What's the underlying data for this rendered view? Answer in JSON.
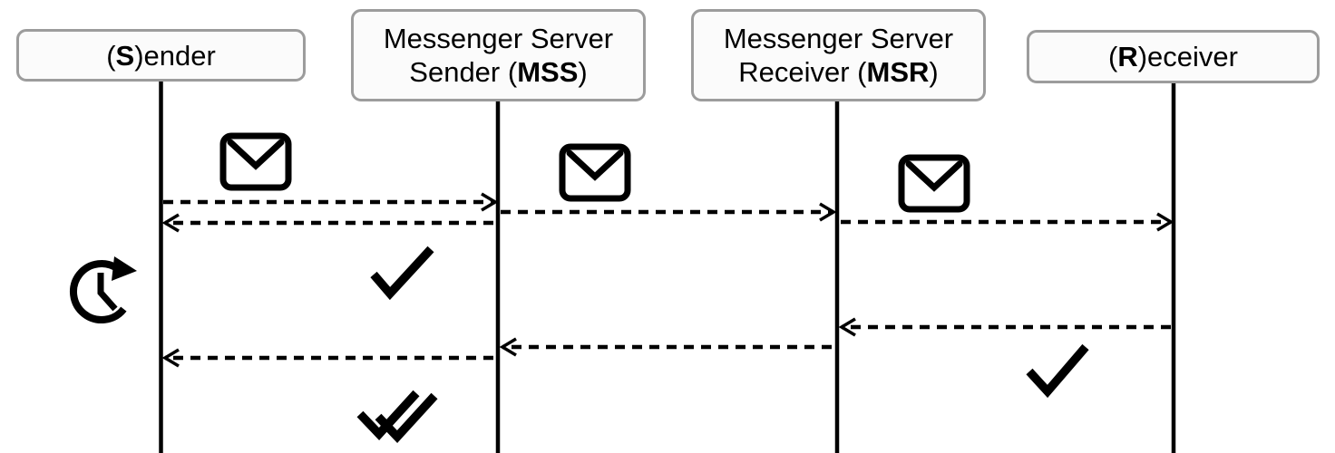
{
  "actors": [
    {
      "id": "sender",
      "pre": "(",
      "bold": "S",
      "post": ")ender"
    },
    {
      "id": "mss",
      "line1": "Messenger Server",
      "pre": "Sender (",
      "bold": "MSS",
      "post": ")"
    },
    {
      "id": "msr",
      "line1": "Messenger Server",
      "pre": "Receiver (",
      "bold": "MSR",
      "post": ")"
    },
    {
      "id": "receiver",
      "pre": "(",
      "bold": "R",
      "post": ")eceiver"
    }
  ],
  "messages": [
    {
      "from": "sender",
      "to": "mss",
      "style": "dashed",
      "icon": "envelope-icon"
    },
    {
      "from": "mss",
      "to": "msr",
      "style": "dashed",
      "icon": "envelope-icon"
    },
    {
      "from": "msr",
      "to": "receiver",
      "style": "dashed",
      "icon": "envelope-icon"
    },
    {
      "from": "mss",
      "to": "sender",
      "style": "dashed",
      "icon": null
    },
    {
      "from": "receiver",
      "to": "msr",
      "style": "dashed",
      "icon": null
    },
    {
      "from": "msr",
      "to": "mss",
      "style": "dashed",
      "icon": null
    },
    {
      "from": "mss",
      "to": "sender",
      "style": "dashed",
      "icon": null
    }
  ],
  "annotations": [
    {
      "icon": "clock-forward-icon",
      "near": "sender"
    },
    {
      "icon": "single-check-icon",
      "near": "mss"
    },
    {
      "icon": "single-check-icon",
      "near": "receiver"
    },
    {
      "icon": "double-check-icon",
      "near": "mss"
    }
  ],
  "colors": {
    "stroke": "#000000",
    "actor_border": "#9c9c9c",
    "actor_fill": "#fbfbfb",
    "background": "#ffffff"
  }
}
